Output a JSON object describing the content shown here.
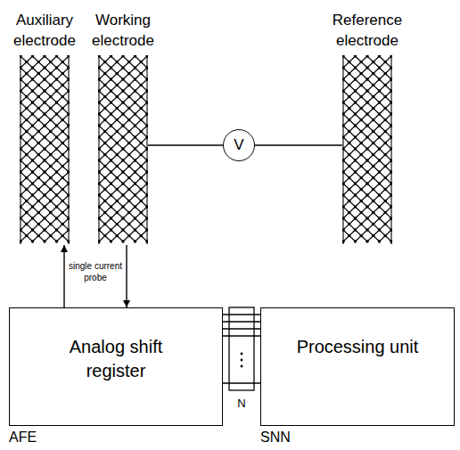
{
  "diagram": {
    "nodes": [
      {
        "text": [
          "Auxiliary electrode"
        ]
      },
      {
        "text": [
          "Working electrode"
        ]
      },
      {
        "text": [
          "Reference electrode"
        ]
      },
      {
        "text": [
          "V"
        ]
      },
      {
        "text": [
          "Analog shift register"
        ]
      },
      {
        "text": [
          "Processing unit"
        ]
      }
    ],
    "edges": [
      {
        "from": 1,
        "to": 3,
        "arrow": "none"
      },
      {
        "from": 3,
        "to": 2,
        "arrow": "none"
      },
      {
        "from": 4,
        "to": 0,
        "arrow": "to"
      },
      {
        "from": 1,
        "to": 4,
        "arrow": "to"
      },
      {
        "from": 4,
        "to": 5,
        "arrow": "none"
      },
      {
        "from": 4,
        "to": 5,
        "arrow": "none"
      },
      {
        "from": 4,
        "to": 5,
        "arrow": "none"
      },
      {
        "from": 4,
        "to": 5,
        "arrow": "none"
      },
      {
        "from": 4,
        "to": 5,
        "arrow": "none"
      }
    ],
    "labels": [
      "single current probe",
      "N",
      "AFE",
      "SNN"
    ]
  }
}
